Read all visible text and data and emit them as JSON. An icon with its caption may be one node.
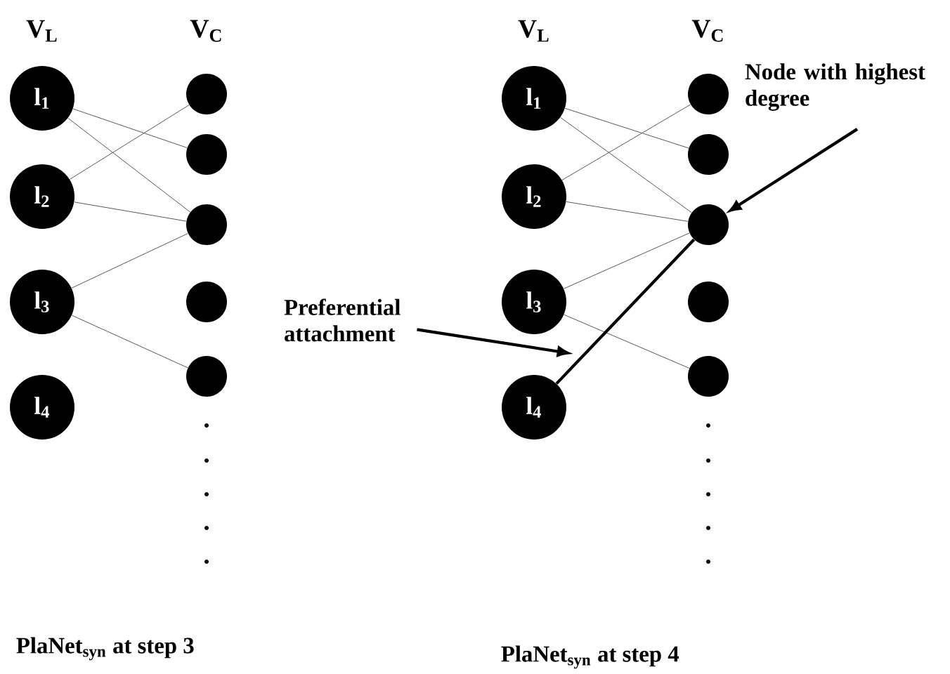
{
  "diagram": {
    "nodes": [
      {
        "text": [
          "l$_{1}$"
        ]
      },
      {
        "text": [
          "l$_{2}$"
        ]
      },
      {
        "text": [
          "l$_{3}$"
        ]
      },
      {
        "text": [
          "l$_{4}$"
        ]
      },
      {
        "text": [],
        "shape": "circle"
      },
      {
        "text": [],
        "shape": "circle"
      },
      {
        "text": [],
        "shape": "circle"
      },
      {
        "text": [],
        "shape": "circle"
      },
      {
        "text": [],
        "shape": "circle"
      },
      {
        "text": [
          "l$_{1}$"
        ]
      },
      {
        "text": [
          "l$_{2}$"
        ]
      },
      {
        "text": [
          "l$_{3}$"
        ]
      },
      {
        "text": [
          "l$_{4}$"
        ]
      },
      {
        "text": [],
        "shape": "circle"
      },
      {
        "text": [],
        "shape": "circle"
      },
      {
        "text": [],
        "shape": "circle"
      },
      {
        "text": [],
        "shape": "circle"
      },
      {
        "text": [],
        "shape": "circle"
      },
      {
        "text": [
          "Node with highest degree"
        ]
      },
      {
        "text": [
          "Preferential attachment"
        ]
      }
    ],
    "edges": [
      {
        "from": 0,
        "to": 5,
        "arrow": "none"
      },
      {
        "from": 0,
        "to": 6,
        "arrow": "none"
      },
      {
        "from": 1,
        "to": 4,
        "arrow": "none"
      },
      {
        "from": 1,
        "to": 6,
        "arrow": "none"
      },
      {
        "from": 2,
        "to": 6,
        "arrow": "none"
      },
      {
        "from": 2,
        "to": 8,
        "arrow": "none"
      },
      {
        "from": 9,
        "to": 14,
        "arrow": "none"
      },
      {
        "from": 9,
        "to": 15,
        "arrow": "none"
      },
      {
        "from": 10,
        "to": 13,
        "arrow": "none"
      },
      {
        "from": 10,
        "to": 15,
        "arrow": "none"
      },
      {
        "from": 11,
        "to": 15,
        "arrow": "none"
      },
      {
        "from": 11,
        "to": 17,
        "arrow": "none"
      },
      {
        "from": 12,
        "to": 15,
        "arrow": "none",
        "style": "thick"
      },
      {
        "from": 18,
        "to": 15,
        "arrow": "to",
        "style": "thick"
      },
      {
        "from": 19,
        "to": null,
        "arrow": "to",
        "style": "thick"
      }
    ],
    "labels": [
      "V$_{L}$",
      "V$_{C}$",
      "V$_{L}$",
      "V$_{C}$",
      "PlaNet$_{syn}$ at step 3",
      "PlaNet$_{syn}$ at step 4"
    ]
  }
}
